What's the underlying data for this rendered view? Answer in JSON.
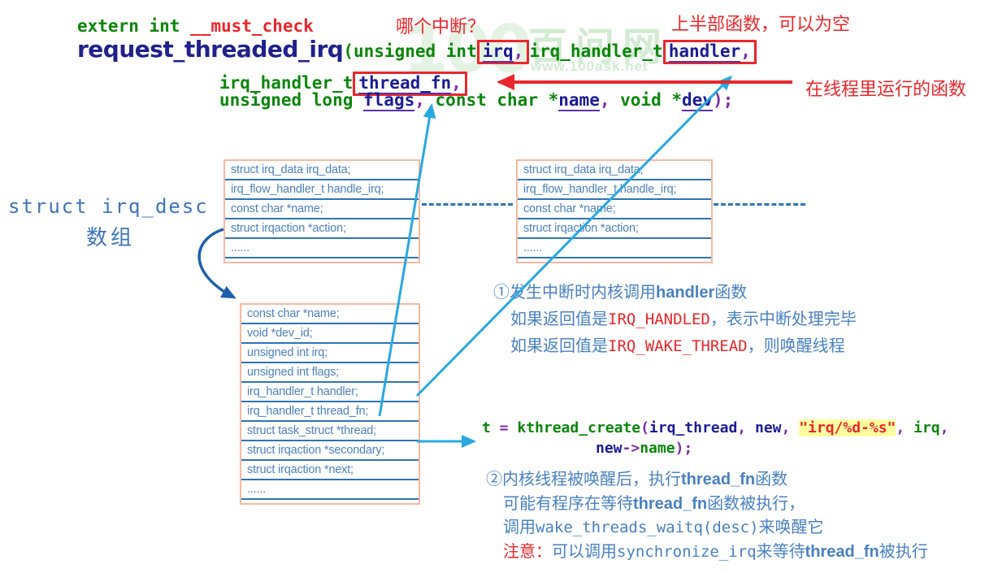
{
  "code_signature": {
    "line1a": "extern int ",
    "line1b": "__must_check",
    "fn_name": "request_threaded_irq",
    "open_args": "(unsigned int ",
    "param_irq": "irq",
    "comma_irq": ",",
    "mid_type": " irq_handler_t ",
    "param_handler": "handler",
    "comma_handler": ",",
    "line3_type": "irq_handler_t ",
    "param_thread_fn": "thread_fn",
    "comma_thread_fn": ",",
    "line4a": "unsigned long ",
    "param_flags": "flags",
    "comma_flags": ",",
    "line4b": " const char *",
    "param_name": "name",
    "comma_name": ",",
    "line4c": " void *",
    "param_dev": "dev",
    "line4_end": ");"
  },
  "annotations": {
    "which_interrupt": "哪个中断？",
    "top_half": "上半部函数，可以为空",
    "thread_fn_note": "在线程里运行的函数"
  },
  "watermark": {
    "logo_number": "100",
    "brand": "百问网",
    "url": "www.100ask.net"
  },
  "left_label": {
    "line1": "struct irq_desc",
    "line2": "数组"
  },
  "tables": {
    "irq_desc_a": [
      "struct irq_data irq_data;",
      "irq_flow_handler_t handle_irq;",
      "const char *name;",
      "struct irqaction *action;",
      "......"
    ],
    "irq_desc_b": [
      "struct irq_data irq_data;",
      "irq_flow_handler_t handle_irq;",
      "const char *name;",
      "struct irqaction *action;",
      "......"
    ],
    "irqaction": [
      "const char *name;",
      "void *dev_id;",
      "unsigned int irq;",
      "unsigned int flags;",
      "irq_handler_t handler;",
      "irq_handler_t thread_fn;",
      "struct task_struct *thread;",
      "struct irqaction *secondary;",
      "struct irqaction *next;",
      "......"
    ]
  },
  "note1": {
    "l1a": "①发生中断时内核调用",
    "l1b": "handler",
    "l1c": "函数",
    "l2a": "如果返回值是",
    "l2b": "IRQ_HANDLED",
    "l2c": "，表示中断处理完毕",
    "l3a": "如果返回值是",
    "l3b": "IRQ_WAKE_THREAD",
    "l3c": "，则唤醒线程"
  },
  "kthread_code": {
    "t": "t",
    "eq": " = ",
    "fn": "kthread_create",
    "op": "(",
    "arg1": "irq_thread",
    "c1": ", ",
    "arg2": "new",
    "c2": ", ",
    "fmt": "\"irq/%d-%s\"",
    "c3": ", ",
    "arg3": "irq",
    "c4": ",",
    "l2a": "new",
    "l2b": "->",
    "l2c": "name",
    "l2d": ");"
  },
  "note2": {
    "l1a": "②内核线程被唤醒后，执行",
    "l1b": "thread_fn",
    "l1c": "函数",
    "l2a": "可能有程序在等待",
    "l2b": "thread_fn",
    "l2c": "函数被执行，",
    "l3a": "调用",
    "l3b": "wake_threads_waitq(desc)",
    "l3c": "来唤醒它",
    "l4a": "注意：",
    "l4b": "可以调用",
    "l4c": "synchronize_irq",
    "l4d": "来等待",
    "l4e": "thread_fn",
    "l4f": "被执行"
  },
  "colors": {
    "code_green": "#0b850b",
    "code_navy": "#1c1c94",
    "code_purple": "#7d2ba6",
    "callout_red": "#e8272c",
    "table_border_salmon": "#f5b9a1",
    "table_line_blue": "#2e74b5",
    "struct_text_blue": "#4f81bd",
    "note_text_blue": "#4a80c0",
    "cyan_arrow": "#29a8e0",
    "curve_arrow_blue": "#1f5fa9",
    "string_highlight_yellow": "#ffffa0",
    "watermark_green": "#cfe8cf"
  }
}
